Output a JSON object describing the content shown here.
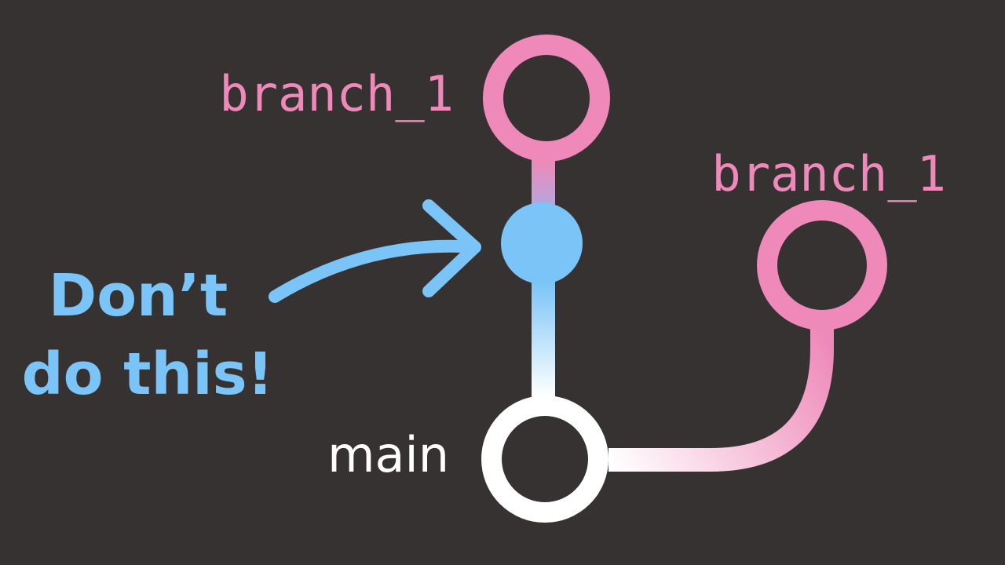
{
  "labels": {
    "branch_top": "branch_1",
    "branch_right": "branch_1",
    "main": "main"
  },
  "warning": {
    "line1": "Don’t",
    "line2": "do this!"
  },
  "colors": {
    "background": "#363232",
    "branch": "#ee89b9",
    "main": "#ffffff",
    "highlight": "#7ac4f7"
  },
  "icons": {
    "pointer": "curved-arrow-icon"
  }
}
